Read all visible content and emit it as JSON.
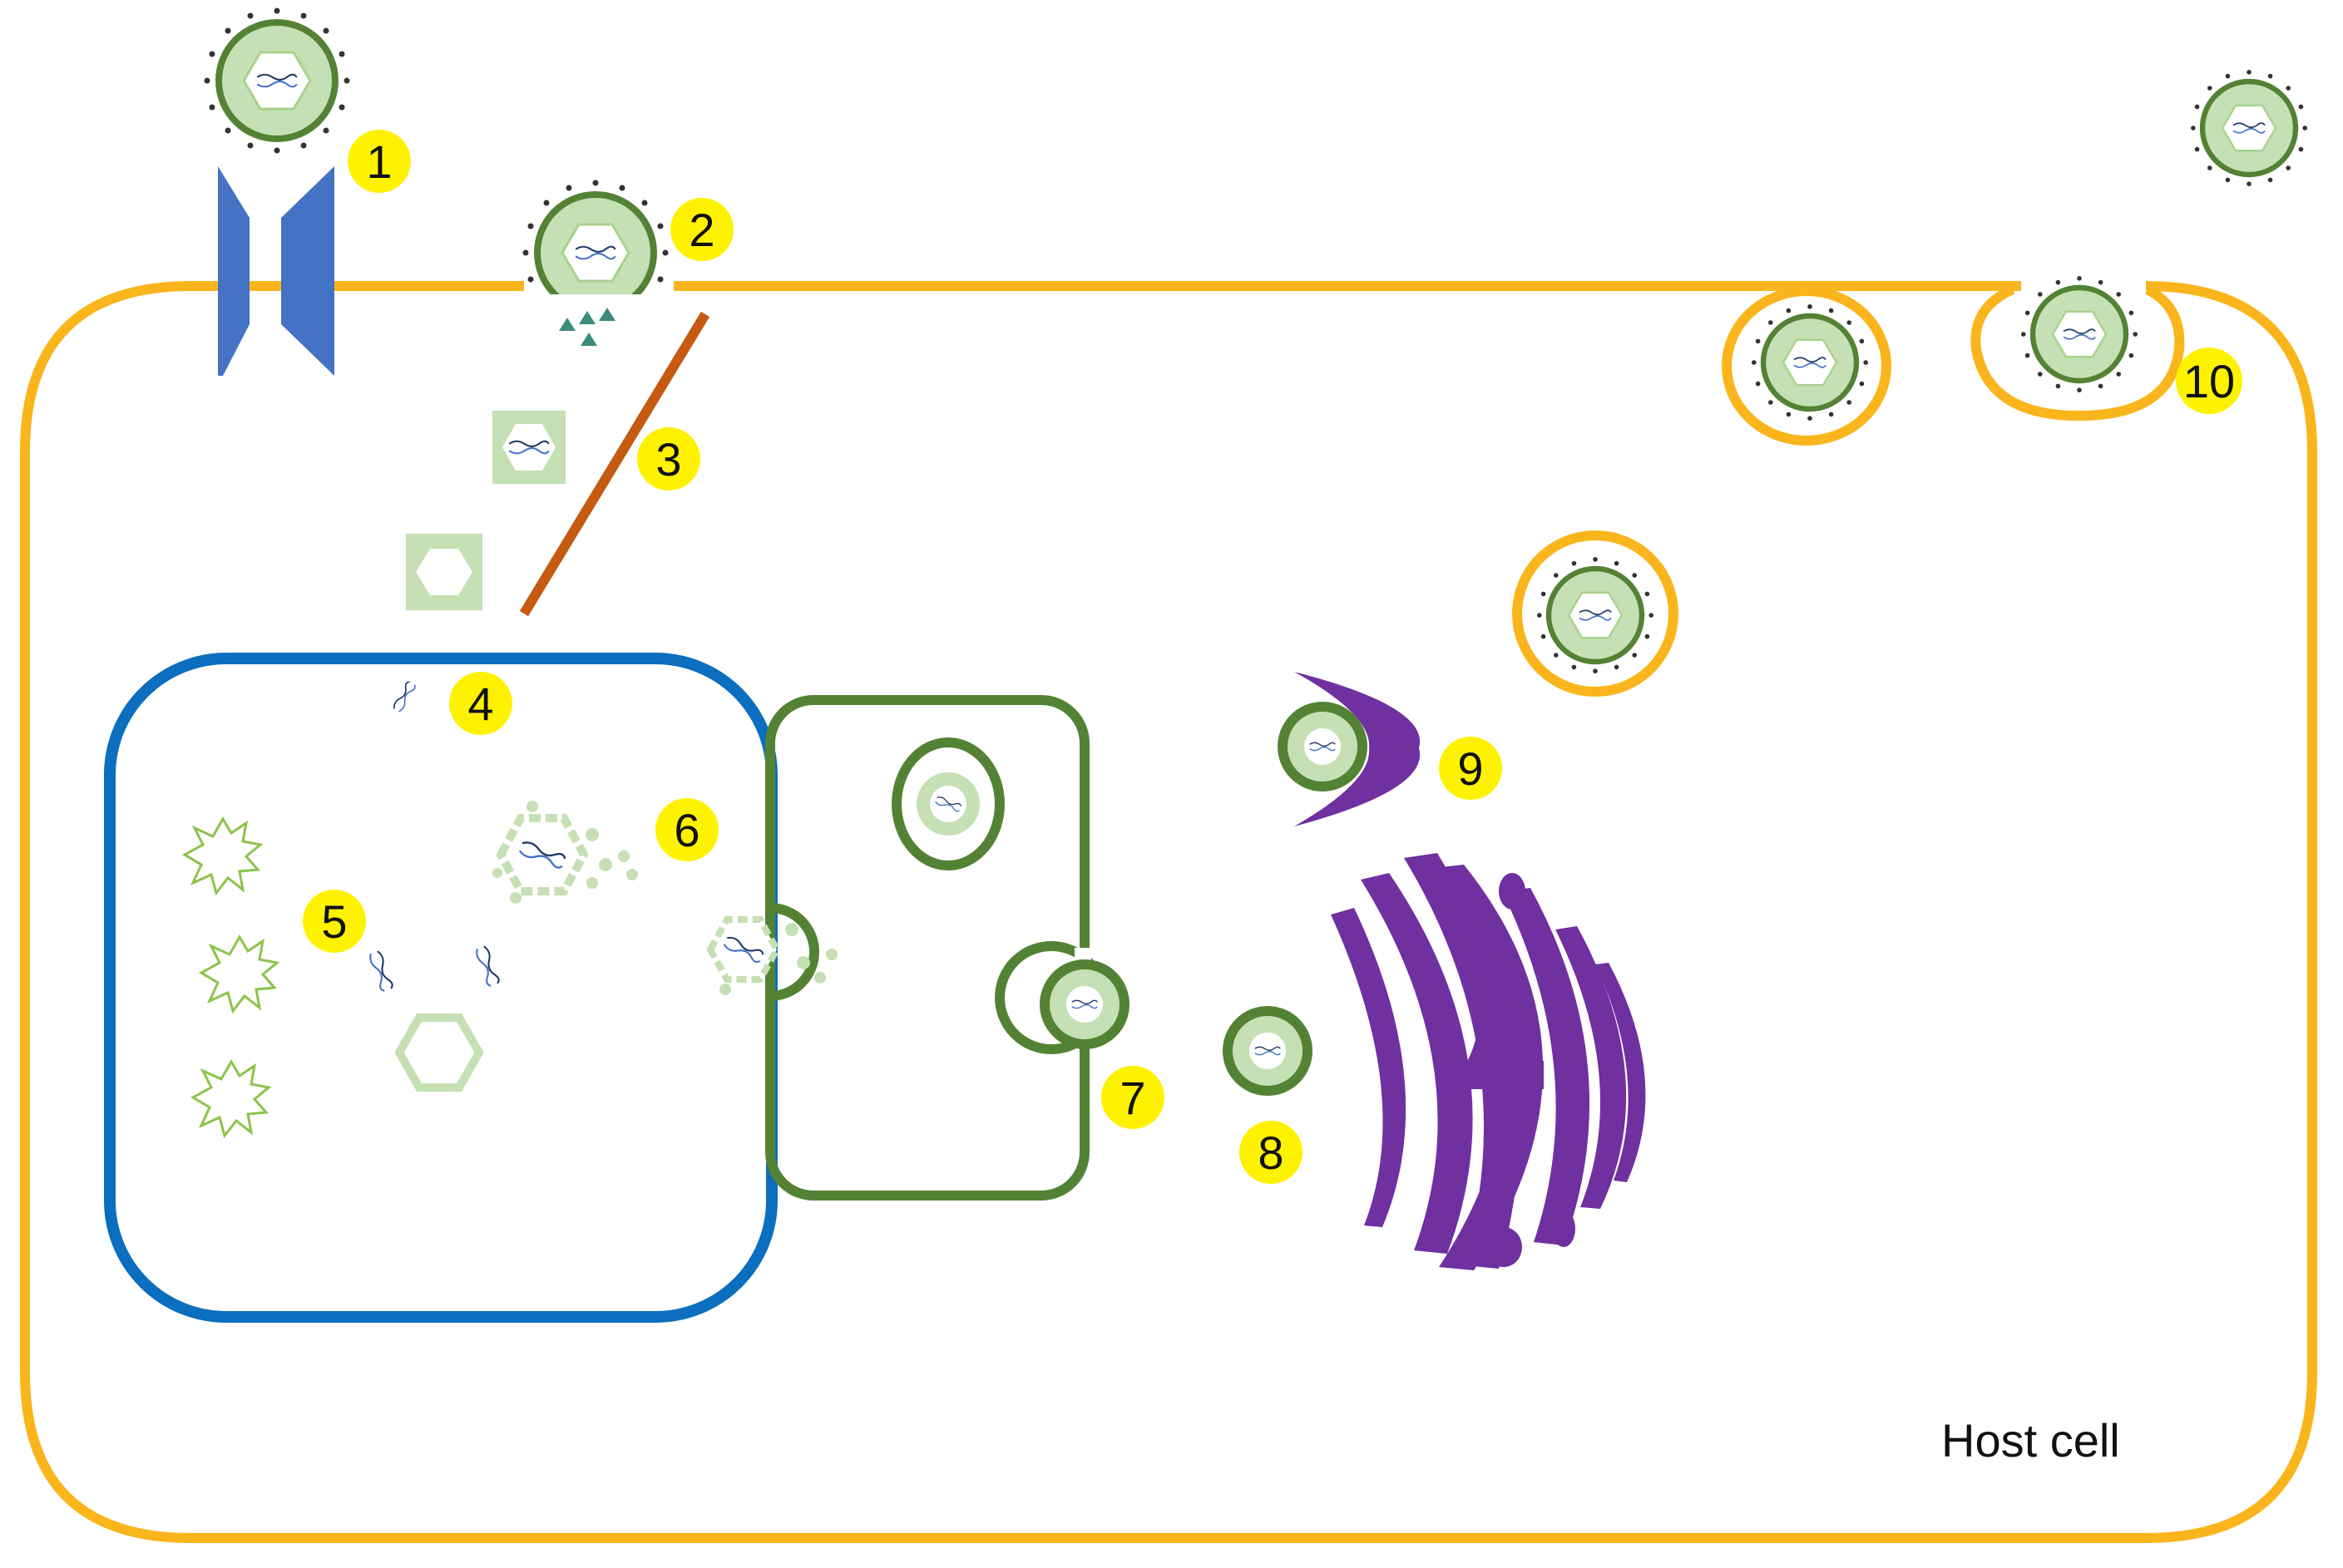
{
  "diagram": {
    "host_label": "Host cell",
    "steps": [
      "1",
      "2",
      "3",
      "4",
      "5",
      "6",
      "7",
      "8",
      "9",
      "10"
    ]
  },
  "colors": {
    "cell_membrane": "#F9B51B",
    "nucleus_membrane": "#0B6EBE",
    "er_membrane": "#548235",
    "virion_fill": "#C5E0B4",
    "receptor": "#4472C4",
    "microtubule": "#C55A11",
    "golgi": "#7030A0",
    "step_marker": "#FFF200"
  }
}
